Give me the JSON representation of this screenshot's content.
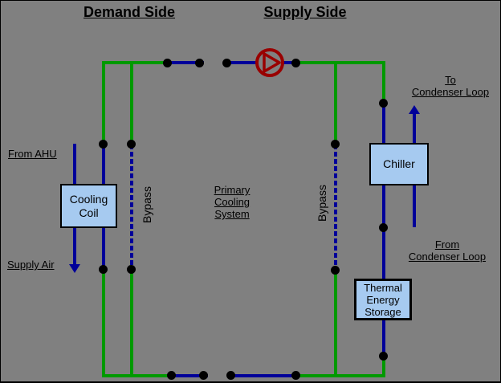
{
  "titles": {
    "demand": "Demand Side",
    "supply": "Supply Side"
  },
  "labels": {
    "from_ahu": "From AHU",
    "supply_air": "Supply Air",
    "to_condenser": {
      "line1": "To",
      "line2": "Condenser Loop"
    },
    "from_condenser": {
      "line1": "From",
      "line2": "Condenser Loop"
    },
    "primary_system": {
      "line1": "Primary",
      "line2": "Cooling",
      "line3": "System"
    },
    "bypass_demand": "Bypass",
    "bypass_supply": "Bypass"
  },
  "components": {
    "cooling_coil": "Cooling Coil",
    "chiller": "Chiller",
    "thermal_storage": "Thermal Energy Storage",
    "pump": "pump-icon"
  },
  "colors": {
    "background": "#808080",
    "pipe_green": "#009900",
    "pipe_blue": "#000099",
    "pump_red": "#990000",
    "box_fill": "#A6CAF0",
    "text": "#000000"
  }
}
